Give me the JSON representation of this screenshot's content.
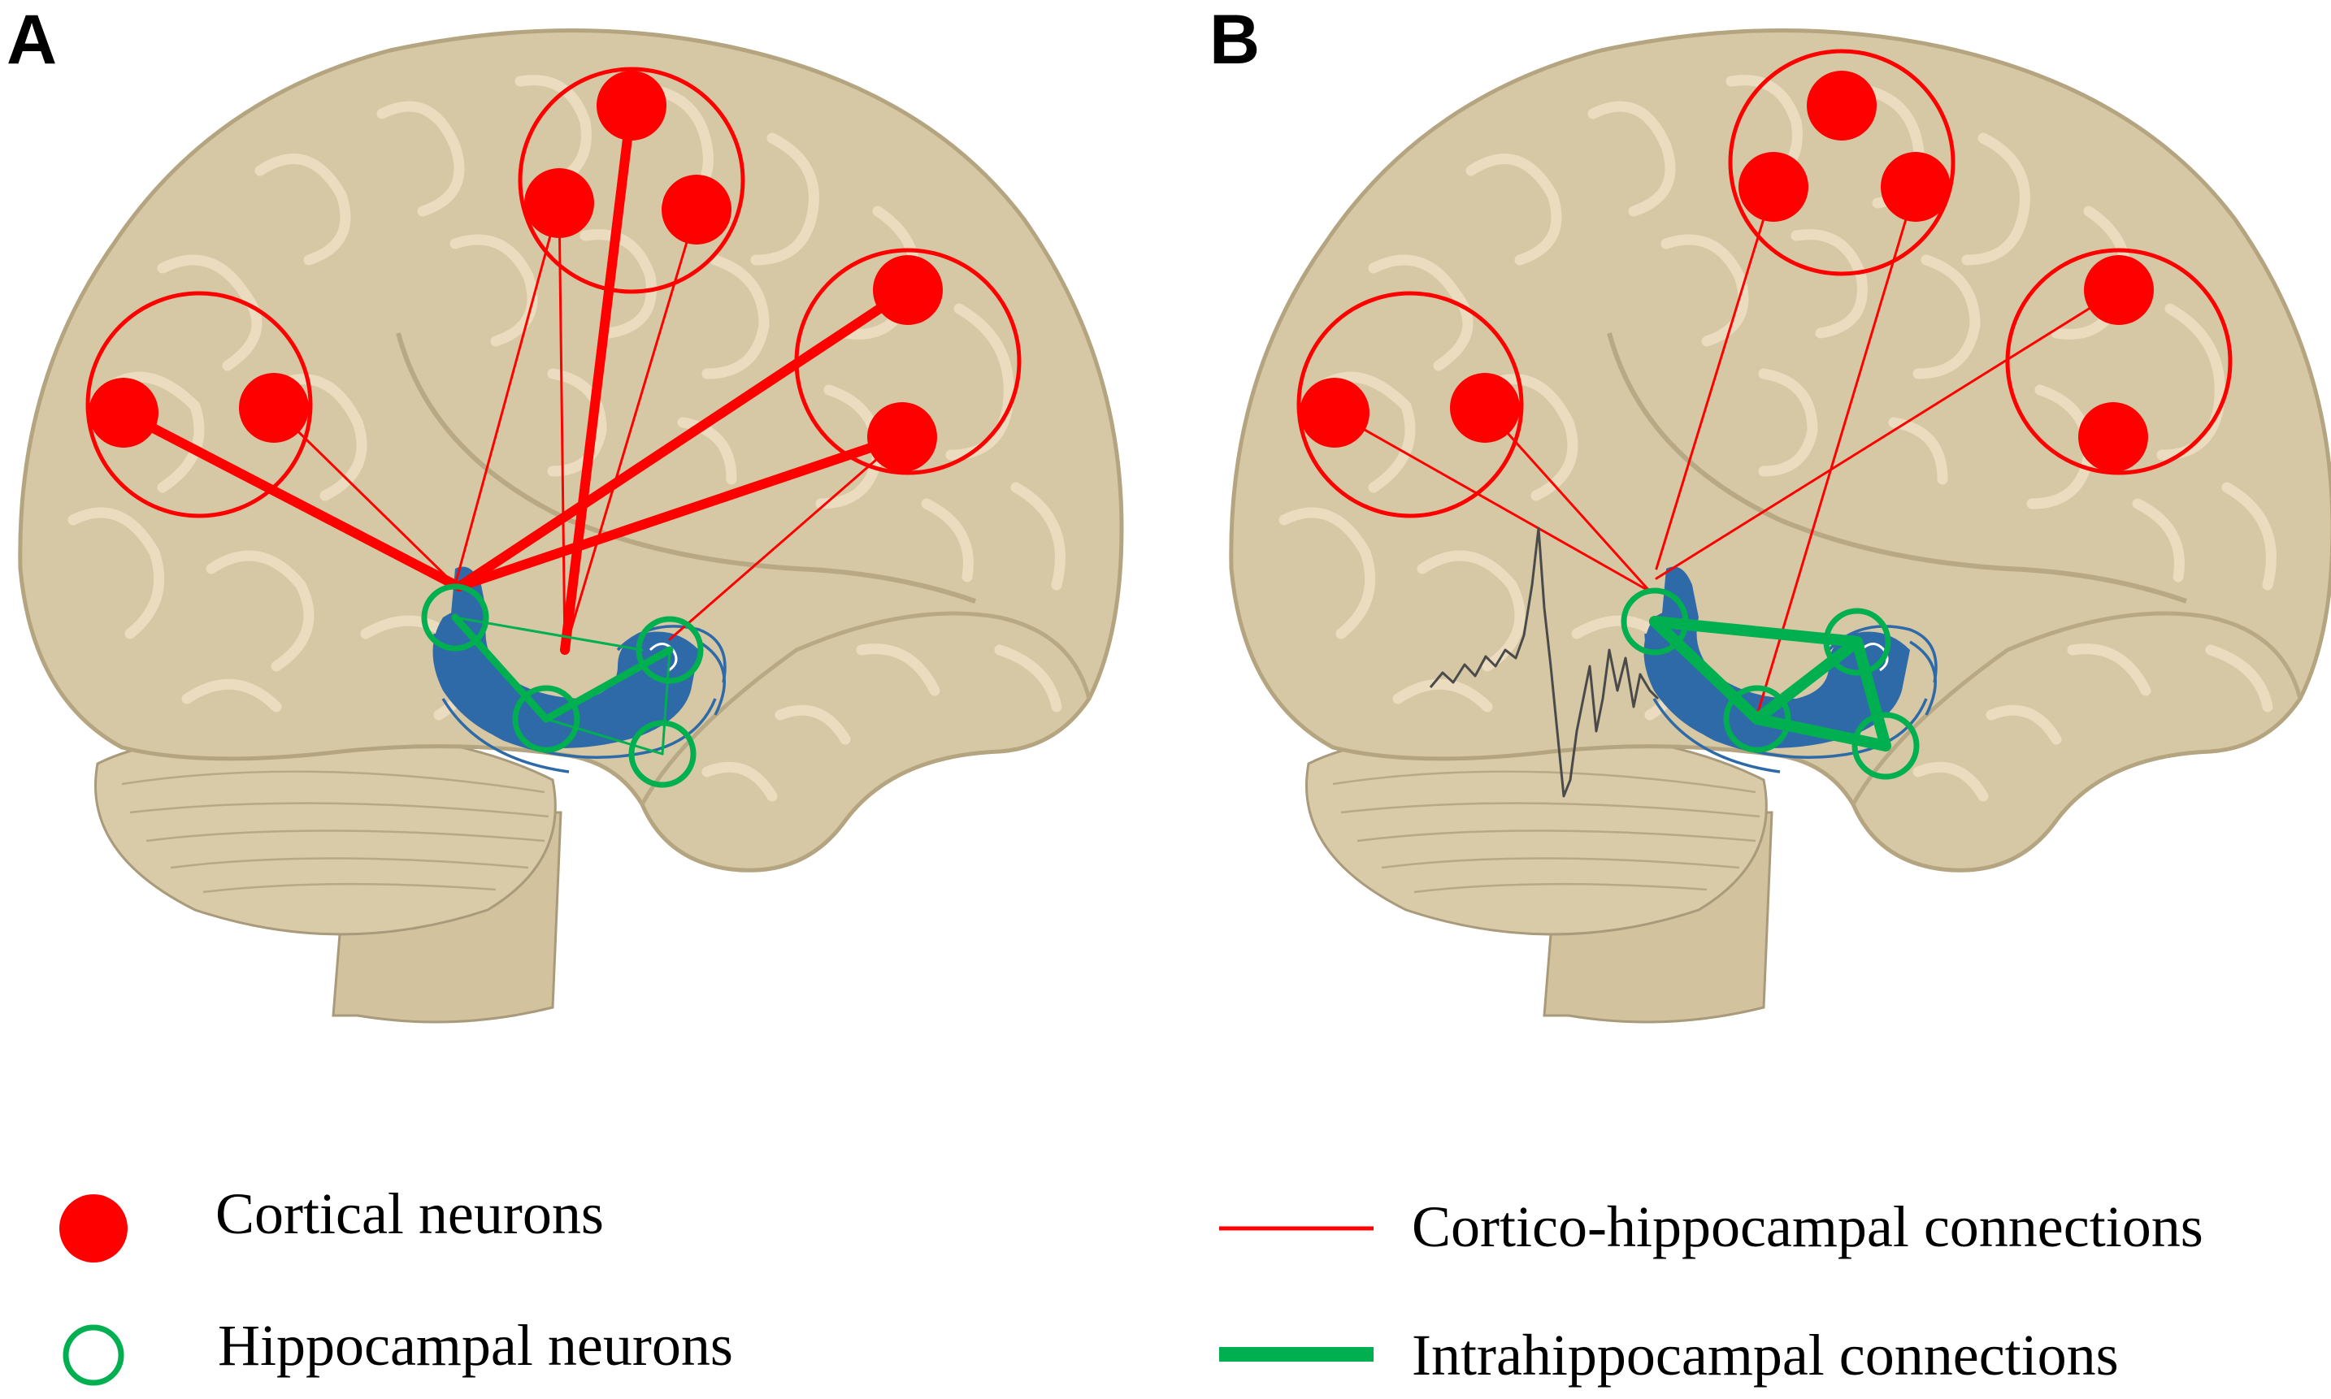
{
  "panels": [
    {
      "letter": "A"
    },
    {
      "letter": "B"
    }
  ],
  "legend": {
    "cortical_neurons": "Cortical neurons",
    "hippocampal_neurons": "Hippocampal neurons",
    "cortico_hippocampal": "Cortico-hippocampal connections",
    "intrahippocampal": "Intrahippocampal connections"
  },
  "colors": {
    "cortical": "#ff0000",
    "hippocampal": "#00b050",
    "hippocampus": "#2e6aa8",
    "brain": "#d6c8a4",
    "sulci": "#ecdcbf"
  }
}
